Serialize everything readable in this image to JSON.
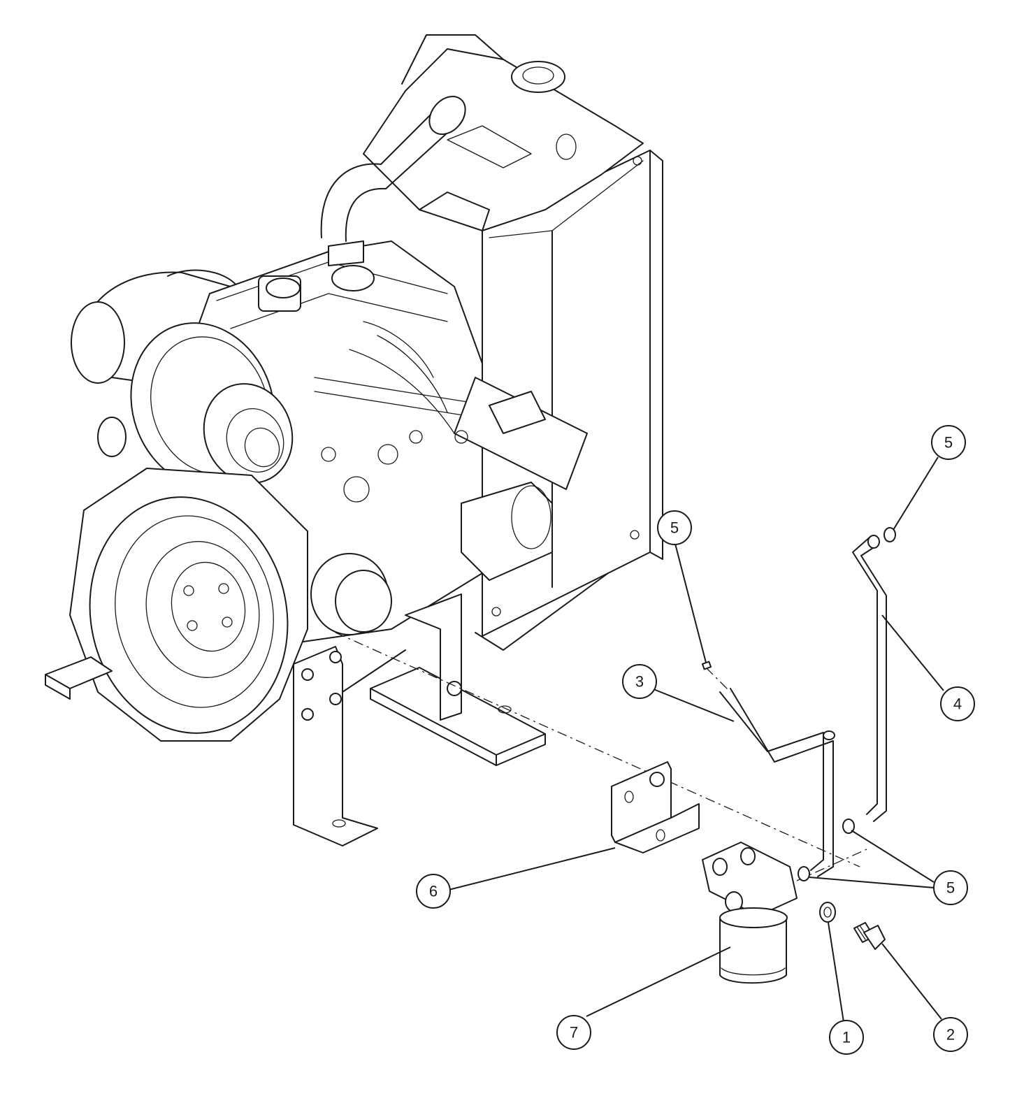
{
  "callouts": [
    {
      "id": "callout-5-top-right",
      "label": "5"
    },
    {
      "id": "callout-5-upper",
      "label": "5"
    },
    {
      "id": "callout-3",
      "label": "3"
    },
    {
      "id": "callout-4",
      "label": "4"
    },
    {
      "id": "callout-6",
      "label": "6"
    },
    {
      "id": "callout-5-lower",
      "label": "5"
    },
    {
      "id": "callout-7",
      "label": "7"
    },
    {
      "id": "callout-1",
      "label": "1"
    },
    {
      "id": "callout-2",
      "label": "2"
    }
  ]
}
